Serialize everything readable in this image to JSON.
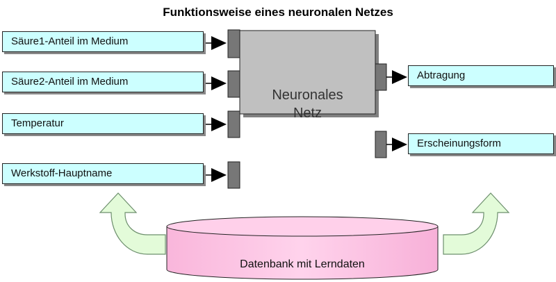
{
  "title": "Funktionsweise eines neuronalen Netzes",
  "network": {
    "line1": "Neuronales",
    "line2": "Netz"
  },
  "inputs": [
    "Säure1-Anteil im Medium",
    "Säure2-Anteil im Medium",
    "Temperatur",
    "Werkstoff-Hauptname"
  ],
  "outputs": [
    "Abtragung",
    "Erscheinungsform"
  ],
  "database": {
    "label": "Datenbank mit Lerndaten"
  },
  "colors": {
    "input_box": "#ccffff",
    "network": "#c0c0c0",
    "connector": "#777777",
    "database": "#ffc6e6",
    "arrow": "#e3fbd9"
  }
}
